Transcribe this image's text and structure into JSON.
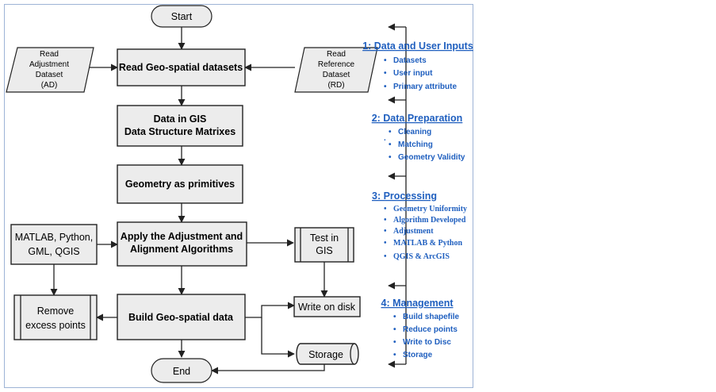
{
  "flow": {
    "start": "Start",
    "read_geo": "Read Geo-spatial datasets",
    "data_gis_1": "Data in GIS",
    "data_gis_2": "Data Structure Matrixes",
    "geometry": "Geometry as primitives",
    "apply_1": "Apply the Adjustment and",
    "apply_2": "Alignment Algorithms",
    "build": "Build Geo-spatial data",
    "end": "End",
    "read_ad": [
      "Read",
      "Adjustment",
      "Dataset",
      "(AD)"
    ],
    "read_rd": [
      "Read",
      "Reference",
      "Dataset",
      "(RD)"
    ],
    "tools_1": "MATLAB, Python,",
    "tools_2": "GML, QGIS",
    "remove_1": "Remove",
    "remove_2": "excess points",
    "test_1": "Test in",
    "test_2": "GIS",
    "write": "Write on disk",
    "storage": "Storage"
  },
  "legend": {
    "sections": [
      {
        "title": "1: Data and User Inputs",
        "items": [
          "Datasets",
          "User input",
          "Primary attribute"
        ]
      },
      {
        "title": "2: Data Preparation",
        "items": [
          "Cleaning",
          "Matching",
          "Geometry Validity"
        ]
      },
      {
        "title": "3: Processing",
        "items": [
          "Geometry Uniformity",
          "Algorithm Developed",
          "Adjustment",
          "MATLAB & Python",
          "QGIS & ArcGIS"
        ]
      },
      {
        "title": "4: Management",
        "items": [
          "Build shapefile",
          "Reduce points",
          "Write to Disc",
          "Storage"
        ]
      }
    ],
    "bullet": "•",
    "stray_mark": "."
  },
  "colors": {
    "legend_text": "#1f5fbf",
    "frame": "#9db3d6",
    "box_fill": "#ececec"
  }
}
